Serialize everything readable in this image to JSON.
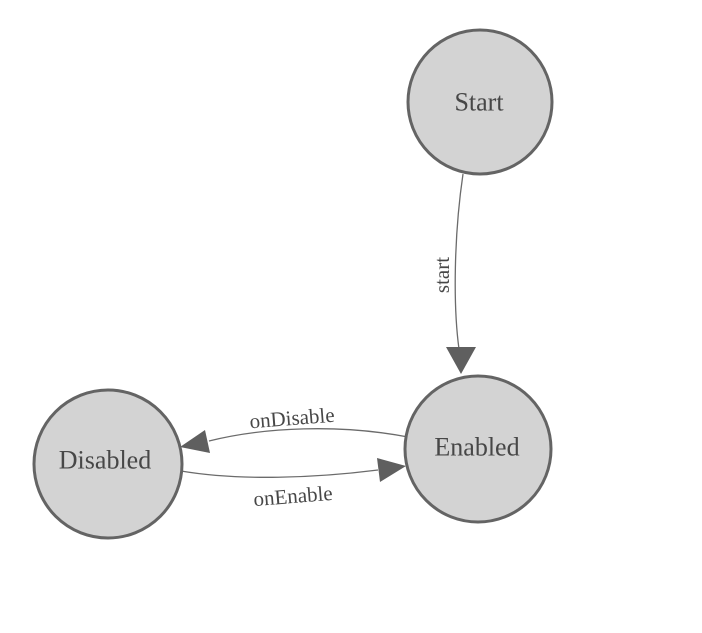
{
  "diagram": {
    "type": "state-machine",
    "nodes": [
      {
        "id": "start",
        "label": "Start"
      },
      {
        "id": "enabled",
        "label": "Enabled"
      },
      {
        "id": "disabled",
        "label": "Disabled"
      }
    ],
    "edges": [
      {
        "from": "start",
        "to": "enabled",
        "label": "start"
      },
      {
        "from": "enabled",
        "to": "disabled",
        "label": "onDisable"
      },
      {
        "from": "disabled",
        "to": "enabled",
        "label": "onEnable"
      }
    ],
    "colors": {
      "background": "#ffffff",
      "node_fill": "#d3d3d3",
      "node_stroke": "#646464",
      "edge_stroke": "#6b6b6b",
      "arrow_fill": "#5f5f5f",
      "text": "#474747"
    }
  }
}
